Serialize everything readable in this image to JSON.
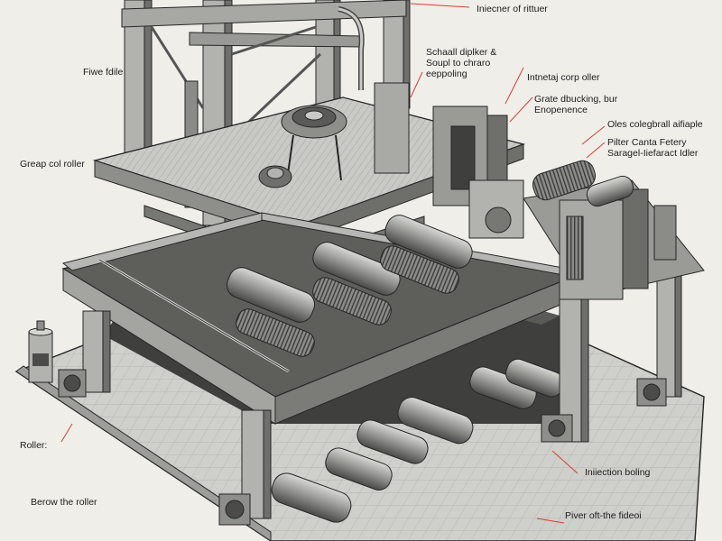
{
  "colors": {
    "paper": "#efeee9",
    "ink": "#262626",
    "steel_light": "#b9b9b6",
    "steel_mid": "#8f8f8c",
    "steel_dark": "#4b4b49",
    "callout_line": "#d6402f"
  },
  "callouts": {
    "top_right": "Iniecner of rittuer",
    "five_fdile": "Fiwe fdile",
    "schaall_block": "Schaall diplker &\nSoupl to chraro\neeppoling",
    "intnetaj": "Intnetaj corp oller",
    "grate": "Grate dbucking, bur\nEnopenence",
    "oles": "Oles colegbrall aifiaple",
    "pilter": "Pilter Canta Fetery\nSaragel-Iiefaract Idler",
    "greap": "Greap col roller",
    "roller_left": "Roller:",
    "below_roller": "Berow the roller",
    "injection": "Iniiection boling",
    "piver": "Piver oft-the fideoi"
  },
  "icons": [
    "roller-icon",
    "gear-icon",
    "cylinder-canister-icon",
    "bearing-block-icon"
  ]
}
